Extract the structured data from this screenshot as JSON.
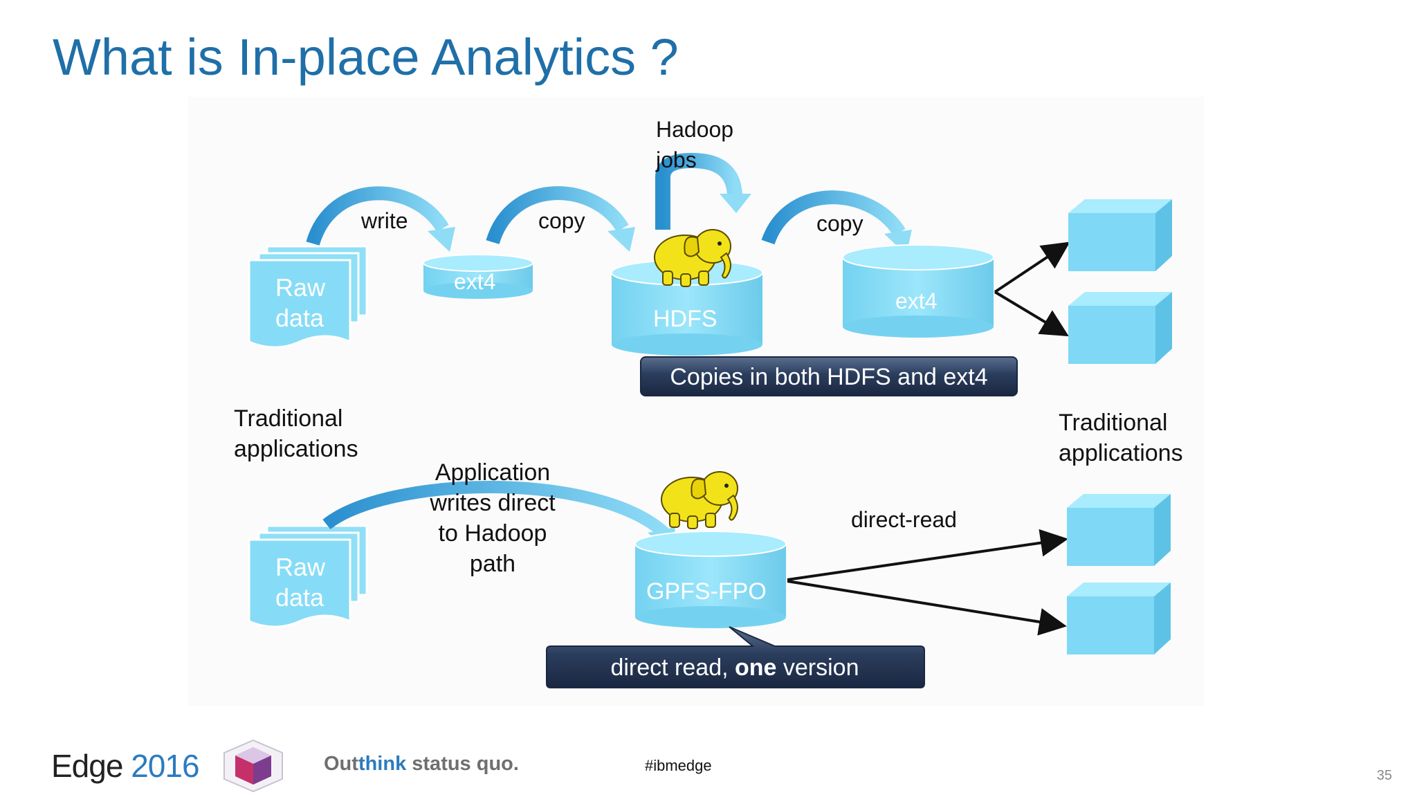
{
  "slide": {
    "title": "What is In-place Analytics ?",
    "page_number": "35"
  },
  "diagram": {
    "top": {
      "raw_data_line1": "Raw",
      "raw_data_line2": "data",
      "write_label": "write",
      "ext4_small_label": "ext4",
      "copy_label_1": "copy",
      "hadoop_jobs_line1": "Hadoop",
      "hadoop_jobs_line2": "jobs",
      "hdfs_label": "HDFS",
      "copy_label_2": "copy",
      "ext4_large_label": "ext4",
      "callout": "Copies in both HDFS and ext4"
    },
    "traditional_left_line1": "Traditional",
    "traditional_left_line2": "applications",
    "traditional_right_line1": "Traditional",
    "traditional_right_line2": "applications",
    "bottom": {
      "raw_data_line1": "Raw",
      "raw_data_line2": "data",
      "app_writes_line1": "Application",
      "app_writes_line2": "writes direct",
      "app_writes_line3": "to Hadoop",
      "app_writes_line4": "path",
      "gpfs_label": "GPFS-FPO",
      "direct_read_label": "direct-read",
      "callout_pre": "direct read, ",
      "callout_bold": "one",
      "callout_post": " version"
    }
  },
  "footer": {
    "edge_word": "Edge",
    "edge_year": "2016",
    "tagline_out": "Out",
    "tagline_think": "think",
    "tagline_rest": " status quo.",
    "hashtag": "#ibmedge"
  },
  "colors": {
    "title_blue": "#1f6fa8",
    "shape_cyan": "#7fd8f5",
    "callout_navy": "#2a3d5e"
  }
}
